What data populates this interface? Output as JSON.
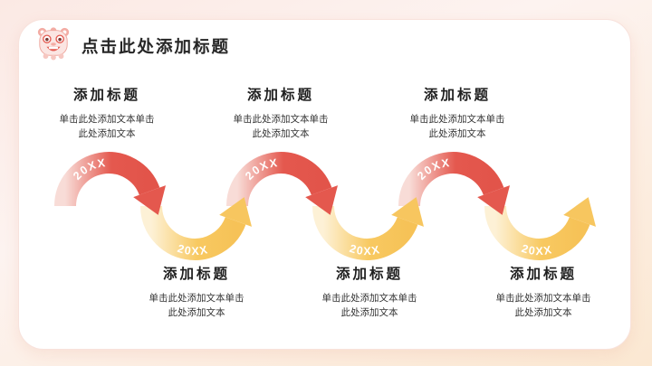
{
  "slide": {
    "header": {
      "title": "点击此处添加标题",
      "icon": "lion-dance-head-icon"
    },
    "timeline": {
      "top_items": [
        {
          "year": "20XX",
          "heading": "添加标题",
          "body": "单击此处添加文本单击此处添加文本"
        },
        {
          "year": "20XX",
          "heading": "添加标题",
          "body": "单击此处添加文本单击此处添加文本"
        },
        {
          "year": "20XX",
          "heading": "添加标题",
          "body": "单击此处添加文本单击此处添加文本"
        }
      ],
      "bottom_items": [
        {
          "year": "20XX",
          "heading": "添加标题",
          "body": "单击此处添加文本单击此处添加文本"
        },
        {
          "year": "20XX",
          "heading": "添加标题",
          "body": "单击此处添加文本单击此处添加文本"
        },
        {
          "year": "20XX",
          "heading": "添加标题",
          "body": "单击此处添加文本单击此处添加文本"
        }
      ]
    },
    "colors": {
      "arrow_red": "#e4584e",
      "arrow_red_light": "#f8dcd7",
      "arrow_yellow": "#f7c65f",
      "arrow_yellow_light": "#fdf1d6",
      "card": "#ffffff",
      "background_pink": "#fbe9e4",
      "background_peach": "#fbe8d2",
      "heading_text": "#1f1f1f",
      "body_text": "#333333"
    }
  }
}
